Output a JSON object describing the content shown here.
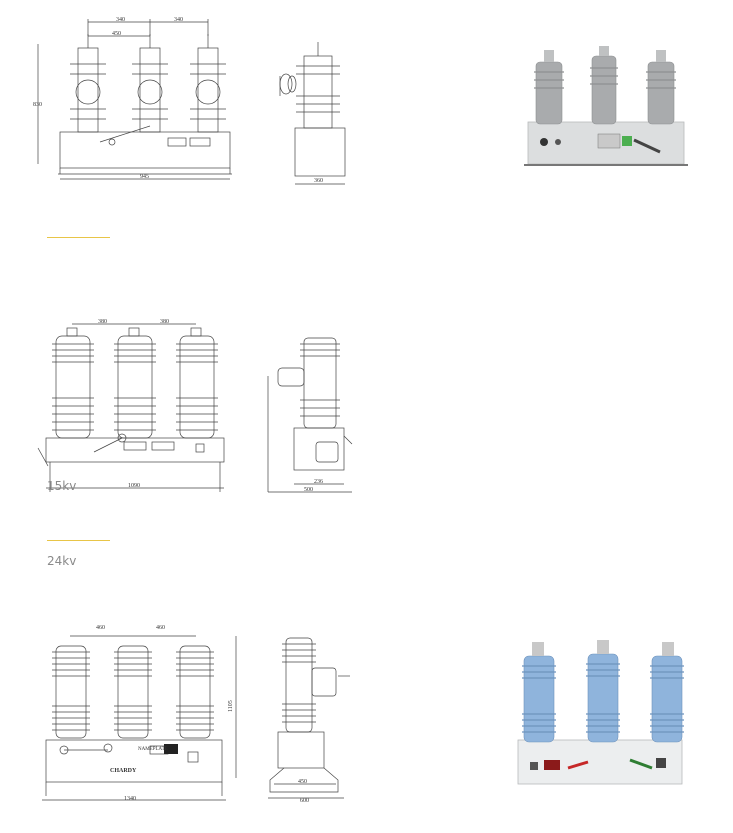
{
  "sections": {
    "first": {
      "front_dims": [
        "340",
        "340",
        "450",
        "945",
        "830"
      ],
      "side_dims": [
        "360"
      ]
    },
    "second": {
      "label": "15kv",
      "front_dims": [
        "380",
        "380",
        "1090"
      ],
      "side_dims": [
        "236",
        "500"
      ]
    },
    "third": {
      "label": "24kv",
      "front_dims": [
        "460",
        "460",
        "1340",
        "1105"
      ],
      "side_dims": [
        "450",
        "600"
      ],
      "nameplate": "NAMEPLATE",
      "brand": "CHARDY"
    }
  },
  "colors": {
    "accent_rule": "#e8c547",
    "photo_insulator_grey": "#a9abad",
    "photo_insulator_blue": "#8fb4dc"
  }
}
